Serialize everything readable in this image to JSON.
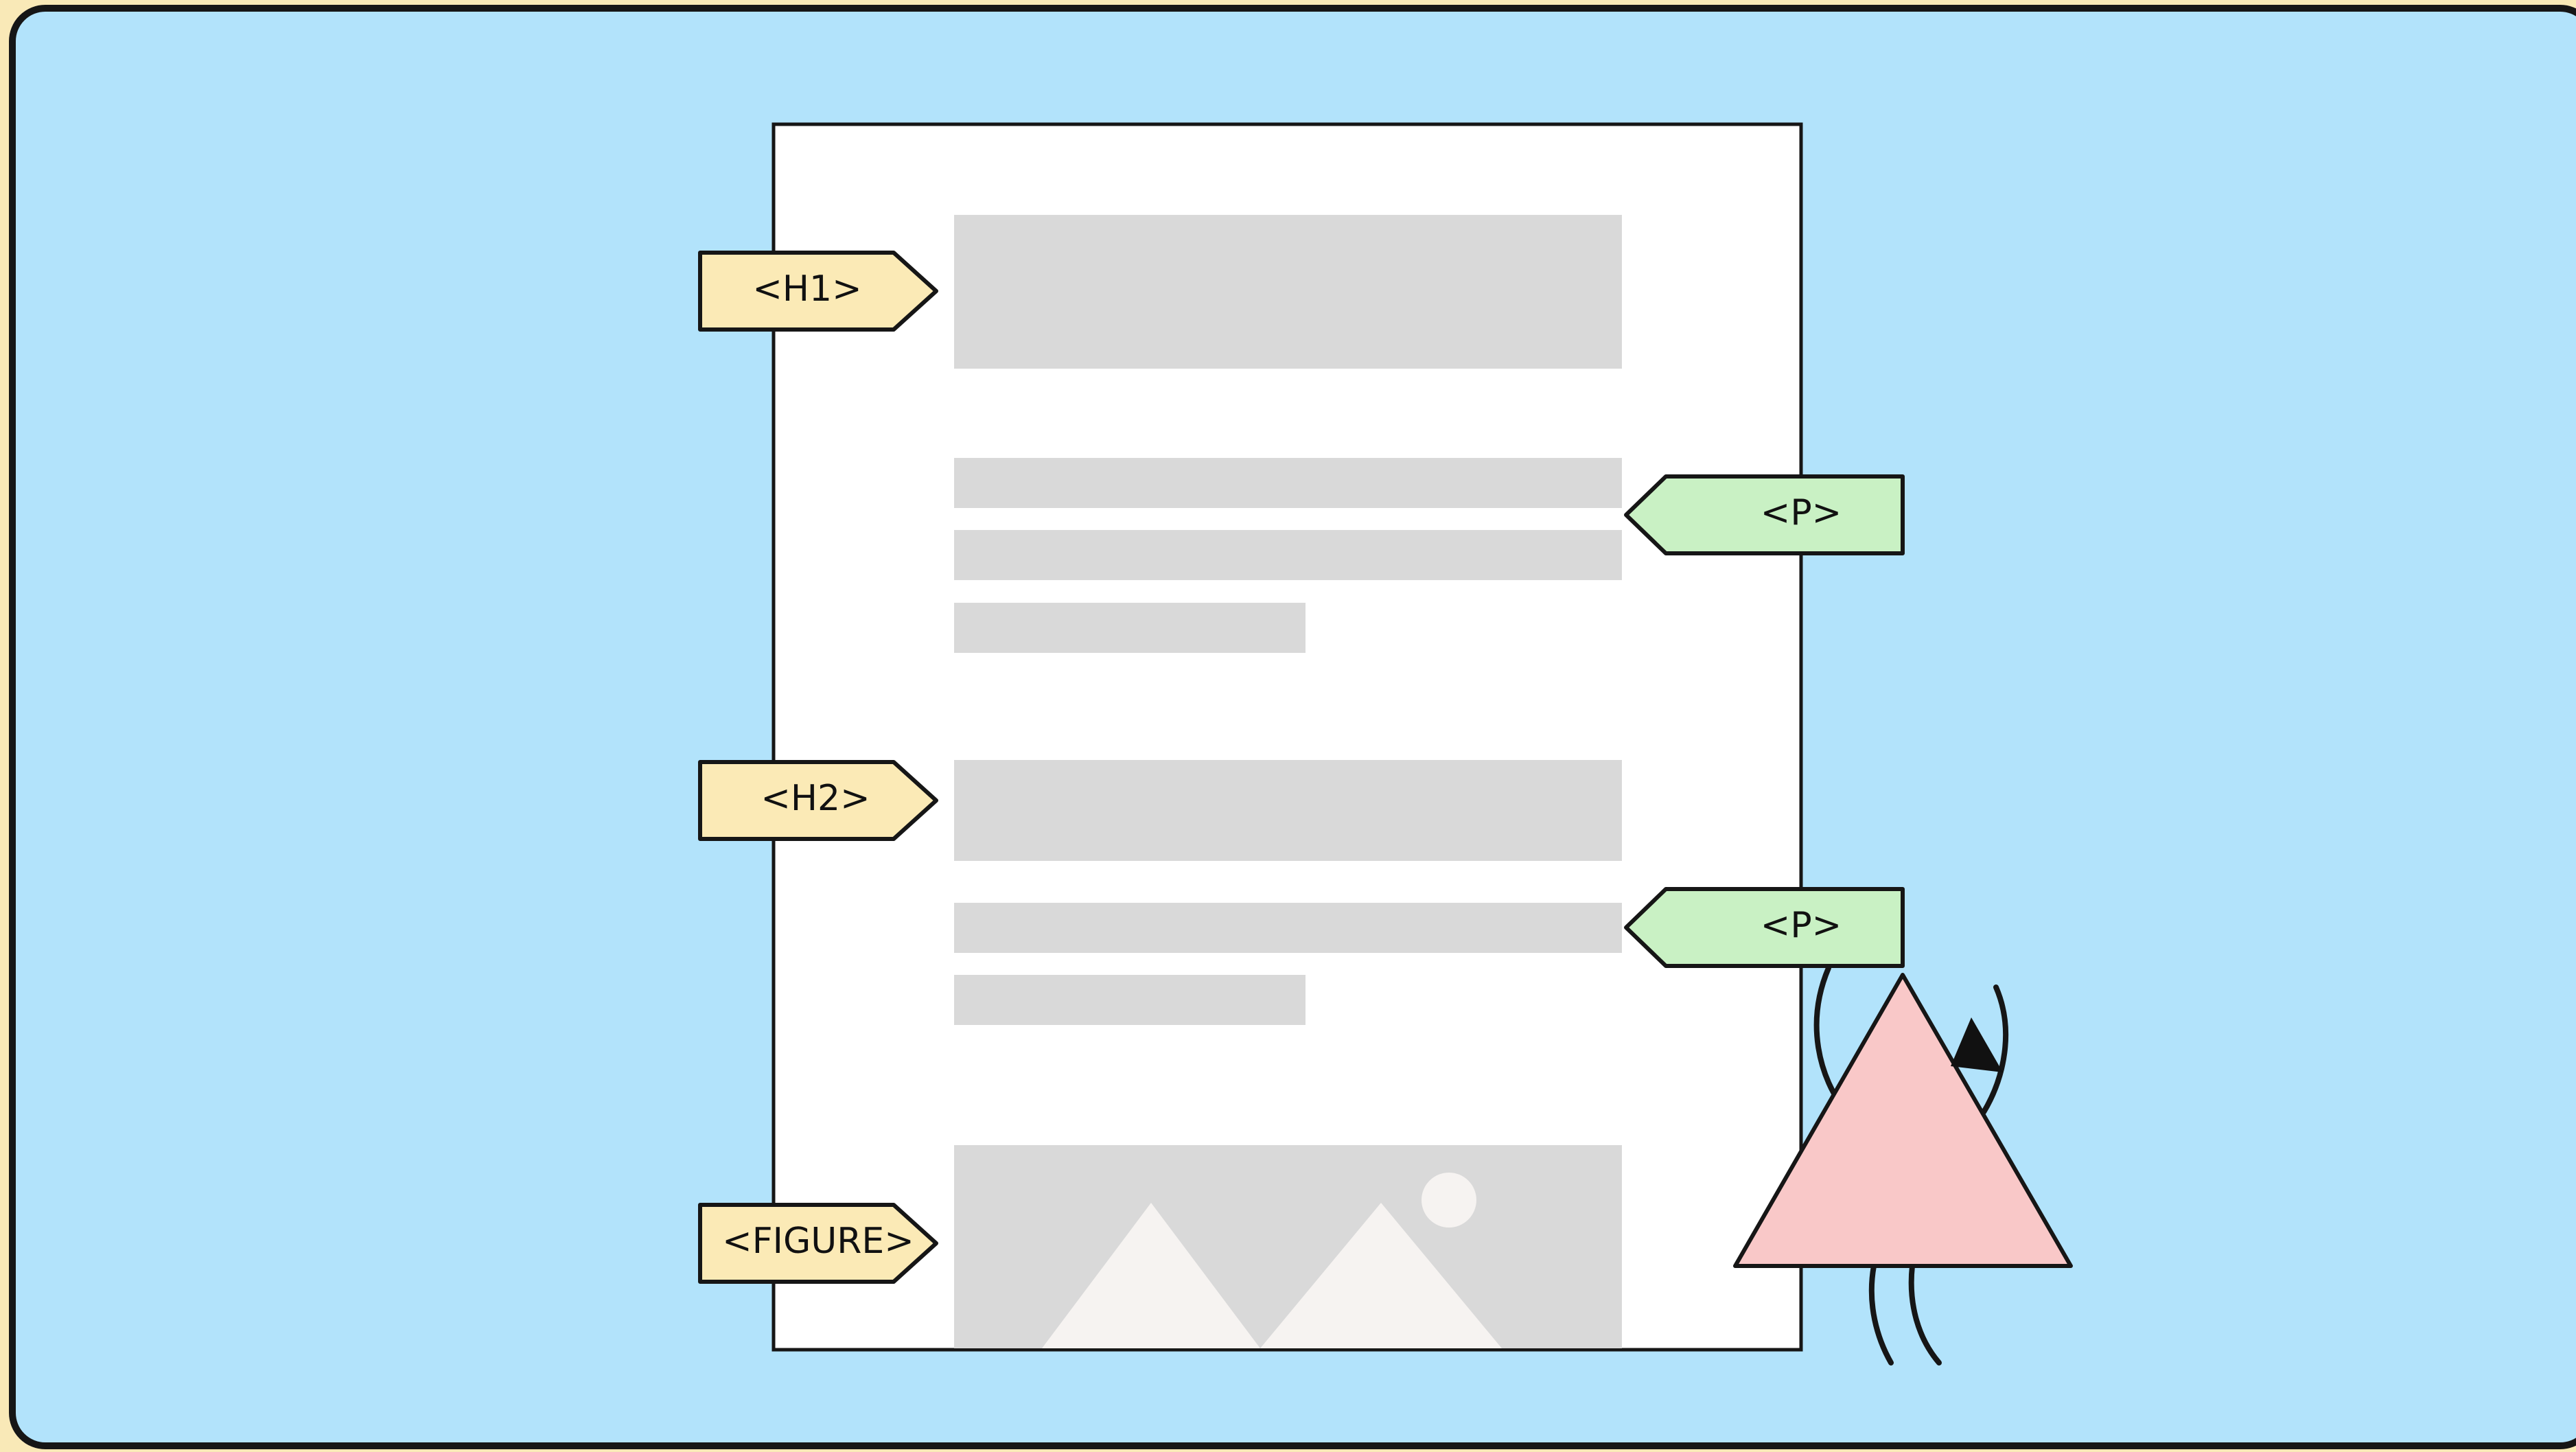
{
  "colors": {
    "background_outer": "#f9e9b7",
    "canvas": "#b2e3fb",
    "page": "#ffffff",
    "placeholder": "#d9d9d9",
    "placeholder_light": "#f6f3f1",
    "tag_heading": "#fbeab6",
    "tag_paragraph": "#c9f1c4",
    "character": "#f9c8c8",
    "stroke": "#161616"
  },
  "tags": {
    "h1": "<H1>",
    "p1": "<P>",
    "h2": "<H2>",
    "p2": "<P>",
    "figure": "<FIGURE>"
  },
  "icons": {
    "figure_placeholder": "mountains-image-icon",
    "character": "triangle-character"
  }
}
